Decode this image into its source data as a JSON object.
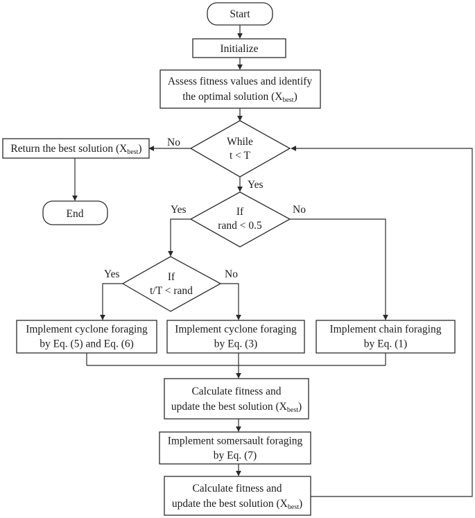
{
  "nodes": {
    "start": {
      "lines": [
        "Start"
      ]
    },
    "initialize": {
      "lines": [
        "Initialize"
      ]
    },
    "assess": {
      "lines": [
        "Assess fitness values and identify",
        "the optimal solution (X|best|)"
      ]
    },
    "while": {
      "lines": [
        "While",
        "t < T"
      ]
    },
    "return_best": {
      "lines": [
        "Return the best solution (X|best|)"
      ]
    },
    "end": {
      "lines": [
        "End"
      ]
    },
    "if_rand": {
      "lines": [
        "If",
        "rand < 0.5"
      ]
    },
    "if_ratio": {
      "lines": [
        "If",
        "t/T < rand"
      ]
    },
    "cyclone_eq56": {
      "lines": [
        "Implement cyclone foraging",
        "by Eq. (5) and Eq. (6)"
      ]
    },
    "cyclone_eq3": {
      "lines": [
        "Implement cyclone foraging",
        "by Eq. (3)"
      ]
    },
    "chain_eq1": {
      "lines": [
        "Implement chain foraging",
        "by Eq. (1)"
      ]
    },
    "calc1": {
      "lines": [
        "Calculate fitness and",
        "update the best solution (X|best|)"
      ]
    },
    "somersault": {
      "lines": [
        "Implement somersault foraging",
        "by Eq. (7)"
      ]
    },
    "calc2": {
      "lines": [
        "Calculate fitness and",
        "update the best solution (X|best|)"
      ]
    }
  },
  "edge_labels": {
    "while_no": "No",
    "while_yes": "Yes",
    "rand_yes": "Yes",
    "rand_no": "No",
    "ratio_yes": "Yes",
    "ratio_no": "No"
  }
}
